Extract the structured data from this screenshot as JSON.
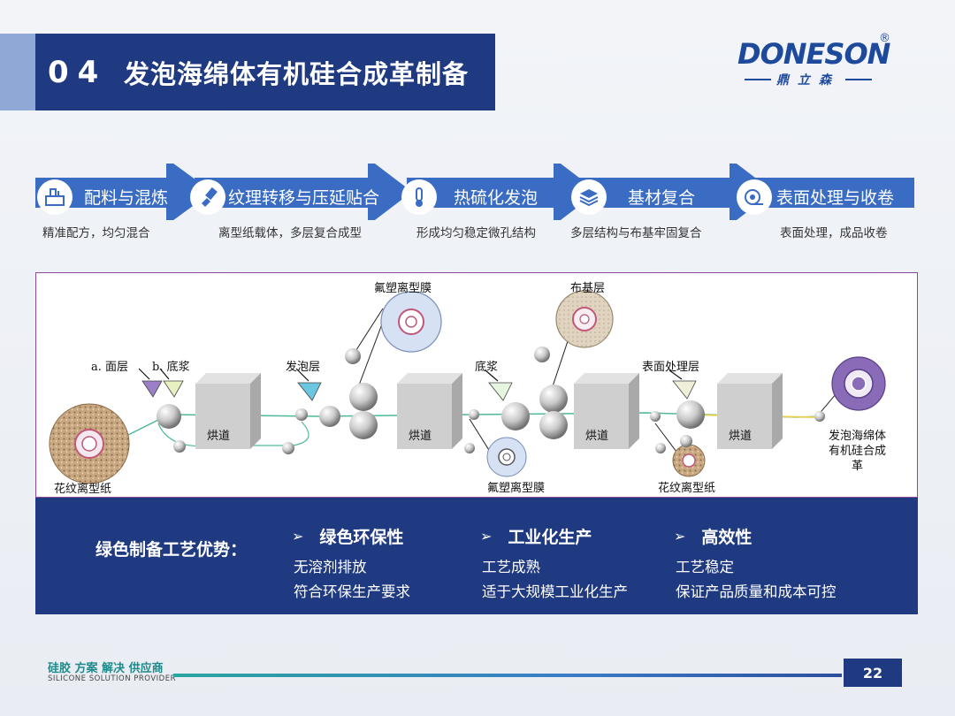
{
  "header": {
    "number": "04",
    "title": "发泡海绵体有机硅合成革制备"
  },
  "logo": {
    "word": "DONESON",
    "reg": "®",
    "cn": "鼎立森"
  },
  "steps": [
    {
      "label": "配料与混炼",
      "sub": "精准配方，均匀混合",
      "icon": "mixer-icon"
    },
    {
      "label": "纹理转移与压延贴合",
      "sub": "离型纸载体，多层复合成型",
      "icon": "brush-icon"
    },
    {
      "label": "热硫化发泡",
      "sub": "形成均匀稳定微孔结构",
      "icon": "thermometer-icon"
    },
    {
      "label": "基材复合",
      "sub": "多层结构与布基牢固复合",
      "icon": "layers-icon"
    },
    {
      "label": "表面处理与收卷",
      "sub": "表面处理，成品收卷",
      "icon": "roll-icon"
    }
  ],
  "diagram": {
    "labels": {
      "top_layer": "a. 面层",
      "base_slurry_b": "b. 底浆",
      "paper_left": "花纹离型纸",
      "oven1": "烘道",
      "foam_layer": "发泡层",
      "fluoro_film_top": "氟塑离型膜",
      "oven2": "烘道",
      "base_slurry": "底浆",
      "fluoro_film_bottom": "氟塑离型膜",
      "fabric_layer": "布基层",
      "oven3": "烘道",
      "surface_layer": "表面处理层",
      "paper_right": "花纹离型纸",
      "oven4": "烘道",
      "product_l1": "发泡海绵体",
      "product_l2": "有机硅合成",
      "product_l3": "革"
    },
    "colors": {
      "cork": "#c8a882",
      "purple": "#8a6bb8",
      "fabric": "#e0d4c0",
      "film": "#d6e2f4",
      "line_green": "#4fb89a",
      "line_yellow": "#e8cf4a"
    }
  },
  "advantages": {
    "title": "绿色制备工艺优势：",
    "items": [
      {
        "head": "绿色环保性",
        "lines": [
          "无溶剂排放",
          "符合环保生产要求"
        ]
      },
      {
        "head": "工业化生产",
        "lines": [
          "工艺成熟",
          "适于大规模工业化生产"
        ]
      },
      {
        "head": "高效性",
        "lines": [
          "工艺稳定",
          "保证产品质量和成本可控"
        ]
      }
    ],
    "bullet": "➢"
  },
  "footer": {
    "cn": "硅胶 方案 解决 供应商",
    "en": "SILICONE SOLUTION PROVIDER",
    "page": "22"
  }
}
